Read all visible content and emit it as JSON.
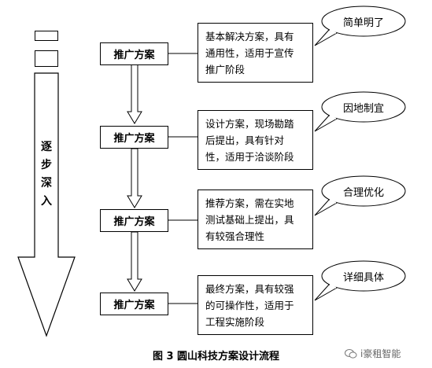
{
  "side_label": "逐步深入",
  "stages": [
    {
      "box_label": "推广方案",
      "description_lines": [
        "基本解决方案，具有",
        "通用性，适用于宣传",
        "推广阶段"
      ],
      "bubble": "简单明了"
    },
    {
      "box_label": "推广方案",
      "description_lines": [
        "设计方案，现场勘踏",
        "后提出，具有针对",
        "性，适用于洽谈阶段"
      ],
      "bubble": "因地制宜"
    },
    {
      "box_label": "推广方案",
      "description_lines": [
        "推荐方案，需在实地",
        "测试基础上提出，具",
        "有较强合理性"
      ],
      "bubble": "合理优化"
    },
    {
      "box_label": "推广方案",
      "description_lines": [
        "最终方案，具有较强",
        "的可操作性，适用于",
        "工程实施阶段"
      ],
      "bubble": "详细具体"
    }
  ],
  "caption": "图 3  圆山科技方案设计流程",
  "watermark": "i豪租智能"
}
